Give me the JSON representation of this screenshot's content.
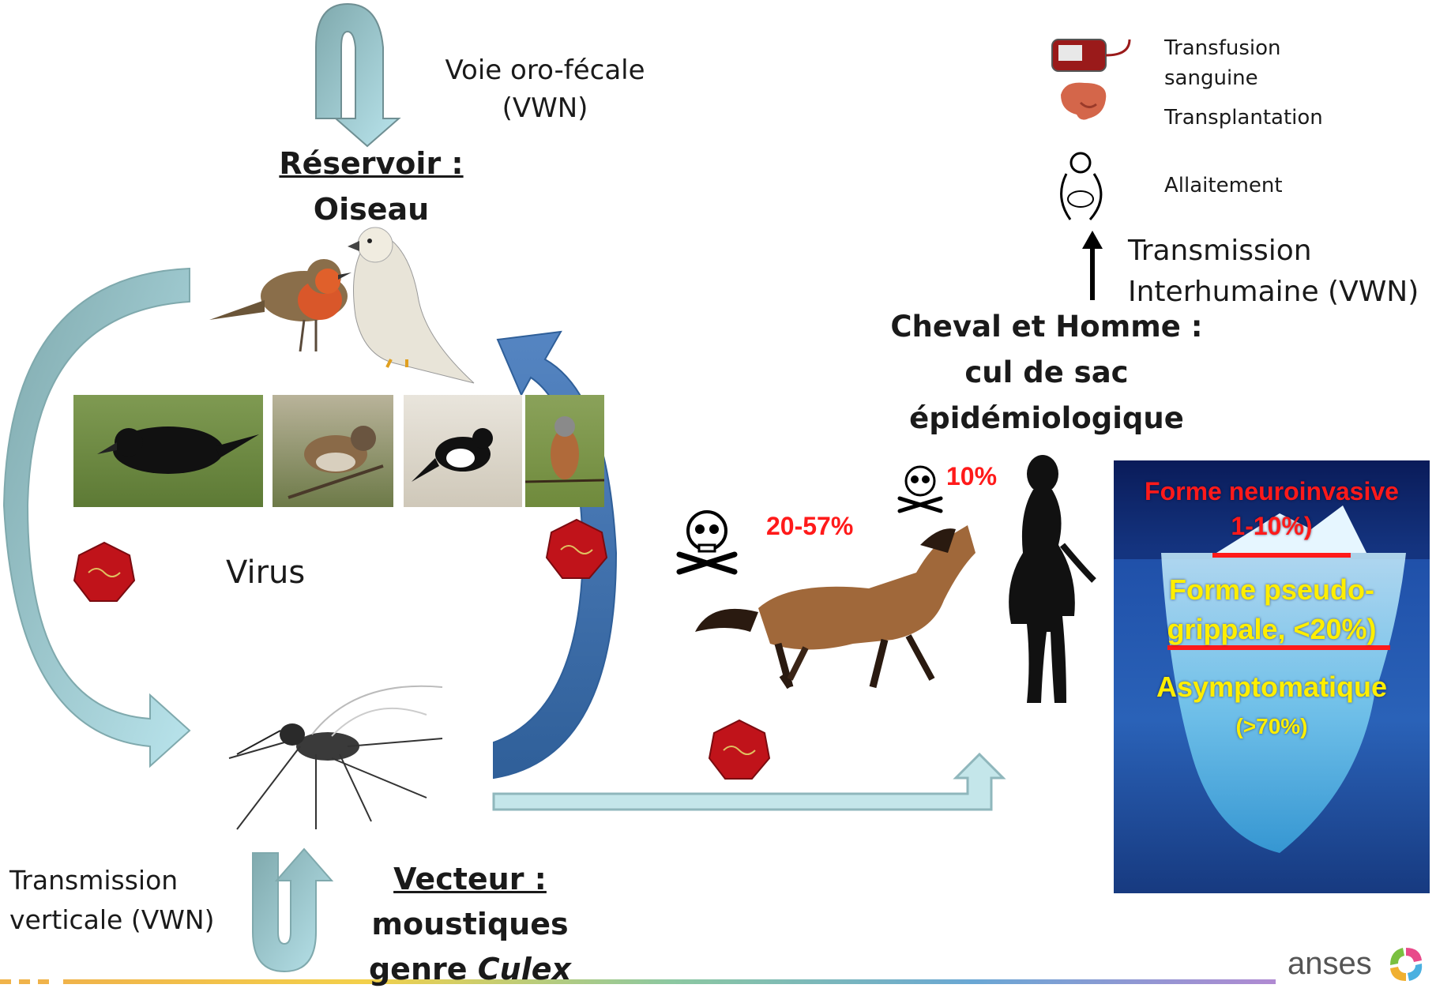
{
  "reservoir": {
    "heading": "Réservoir :",
    "name": "Oiseau"
  },
  "oral_fecal": {
    "line1": "Voie oro-fécale",
    "line2": "(VWN)"
  },
  "virus_label": "Virus",
  "vector": {
    "heading": "Vecteur :",
    "line1": "moustiques",
    "line2_prefix": "genre ",
    "line2_italic": "Culex"
  },
  "vertical": {
    "line1": "Transmission",
    "line2": "verticale (VWN)"
  },
  "dead_end": {
    "line1": "Cheval et Homme :",
    "line2": "cul de sac",
    "line3": "épidémiologique"
  },
  "interhuman": {
    "line1": "Transmission",
    "line2": "Interhumaine (VWN)"
  },
  "interhuman_routes": [
    {
      "label_line1": "Transfusion",
      "label_line2": "sanguine",
      "icon": "blood-bag-icon"
    },
    {
      "label_line1": "Transplantation",
      "label_line2": "",
      "icon": "organ-icon"
    },
    {
      "label_line1": "Allaitement",
      "label_line2": "",
      "icon": "breastfeeding-icon"
    }
  ],
  "horse_mortality": "20-57%",
  "human_mortality": "10%",
  "iceberg": {
    "neuro_line1": "Forme neuroinvasive",
    "neuro_line2": "1-10%)",
    "pseudo_line1": "Forme pseudo-",
    "pseudo_line2": "grippale, <20%)",
    "asym_line1": "Asymptomatique",
    "asym_line2": "(>70%)"
  },
  "brand": "anses",
  "colors": {
    "light_arrow": "#9fd3dc",
    "dark_arrow": "#3f6ea8",
    "mortality_red": "#ff1a1a",
    "iceberg_yellow": "#ffee00"
  }
}
